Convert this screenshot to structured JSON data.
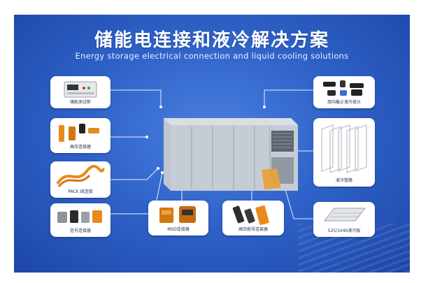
{
  "header": {
    "title": "储能电连接和液冷解决方案",
    "subtitle": "Energy storage electrical connection and liquid cooling solutions"
  },
  "cards": {
    "storage_cabinet": "储能测试柜",
    "hv_connector": "高压连接器",
    "pack_harness": "PACK 线连接",
    "signal_connector": "信号连接器",
    "msd_connector": "MSD连接器",
    "busbar_connector": "高压能导连接器",
    "quick_coupling": "双向截止液冷接头",
    "cold_plate": "液冷管路",
    "liquid_cooling_plate": "52S/104S液冷板"
  },
  "colors": {
    "background_top": "#4a7fe0",
    "background_bottom": "#1d46a8",
    "accent_orange": "#e88a1a"
  }
}
